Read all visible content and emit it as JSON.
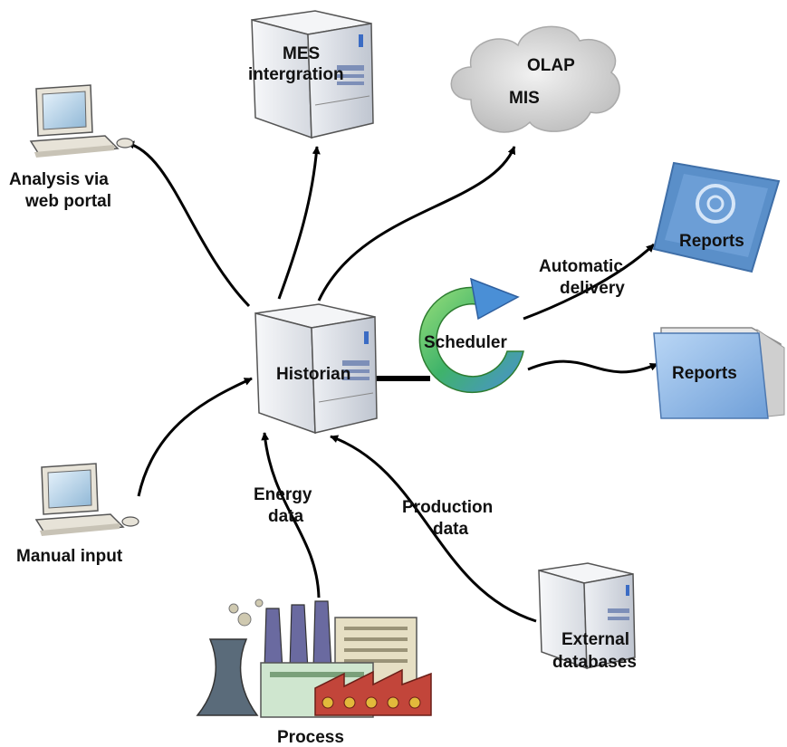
{
  "nodes": {
    "mes": {
      "lines": [
        "MES",
        "intergration"
      ]
    },
    "olap_cloud": {
      "lines": [
        "OLAP",
        "MIS"
      ]
    },
    "web_portal": {
      "lines": [
        "Analysis via",
        "web portal"
      ]
    },
    "reports_delivered": {
      "label": "Reports"
    },
    "reports_folder": {
      "label": "Reports"
    },
    "historian": {
      "label": "Historian"
    },
    "scheduler": {
      "label": "Scheduler"
    },
    "manual_input": {
      "label": "Manual input"
    },
    "process": {
      "label": "Process"
    },
    "external_db": {
      "lines": [
        "External",
        "databases"
      ]
    }
  },
  "edges": {
    "automatic_delivery": {
      "lines": [
        "Automatic",
        "delivery"
      ]
    },
    "energy_data": {
      "lines": [
        "Energy",
        "data"
      ]
    },
    "production_data": {
      "lines": [
        "Production",
        "data"
      ]
    }
  },
  "colors": {
    "server_body": "#dfe3ea",
    "server_front": "#c9ced8",
    "cloud": "#d9d9d9",
    "scheduler_green": "#4caf50",
    "scheduler_blue": "#4a8fd6",
    "report_blue": "#5a8fc9",
    "folder_blue": "#8fb8e8",
    "arrow": "#000000"
  }
}
